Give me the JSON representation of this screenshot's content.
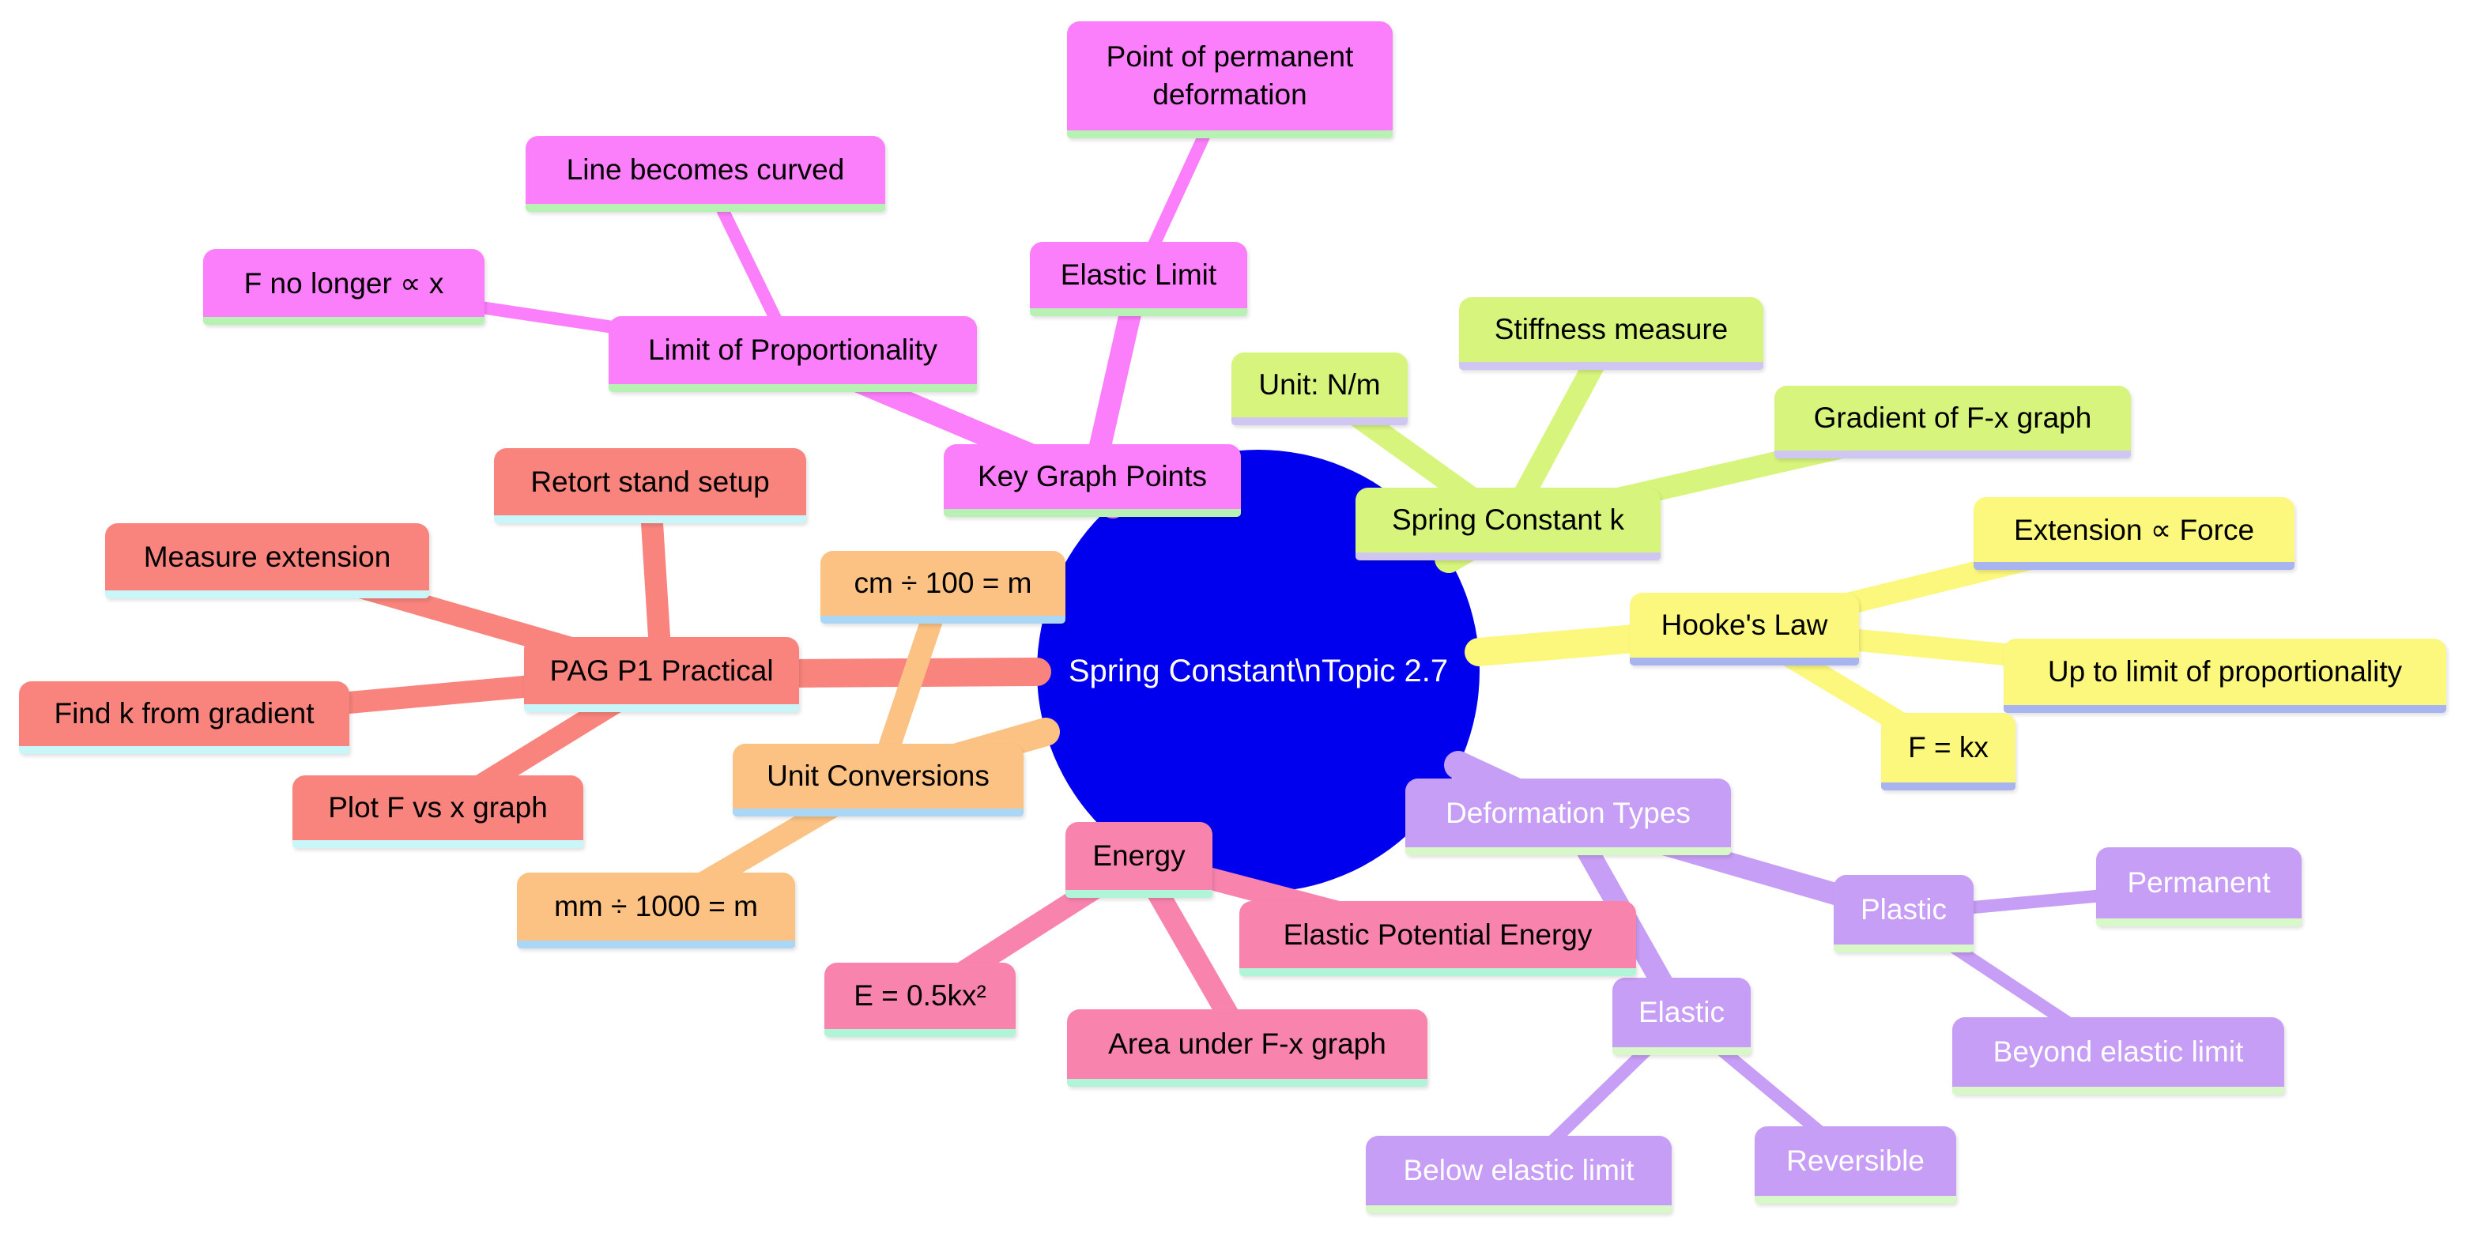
{
  "diagram_type": "mindmap",
  "sections": {
    "root": {
      "label": "Spring Constant\\nTopic 2.7",
      "color": "#0000ee",
      "text_color": "#ffffff"
    },
    "key_graph_points": {
      "label": "Key Graph Points",
      "color": "#fb7efb",
      "underline": "#b7f2b4",
      "text_color": "#000000",
      "children": {
        "elastic_limit": {
          "label": "Elastic Limit",
          "children": {
            "point_of_permanent_deformation": {
              "label": "Point of permanent deformation"
            }
          }
        },
        "limit_of_proportionality": {
          "label": "Limit of Proportionality",
          "children": {
            "line_becomes_curved": {
              "label": "Line becomes curved"
            },
            "f_no_longer_prop_x": {
              "label": "F no longer ∝ x"
            }
          }
        }
      }
    },
    "spring_constant_k": {
      "label": "Spring Constant k",
      "color": "#d7f57c",
      "underline": "#cfc6f2",
      "text_color": "#000000",
      "children": {
        "unit_n_per_m": {
          "label": "Unit: N/m"
        },
        "stiffness_measure": {
          "label": "Stiffness measure"
        },
        "gradient_of_f_x_graph": {
          "label": "Gradient of F-x graph"
        }
      }
    },
    "hookes_law": {
      "label": "Hooke's Law",
      "color": "#fbf87d",
      "underline": "#a8b4f0",
      "text_color": "#000000",
      "children": {
        "extension_prop_force": {
          "label": "Extension ∝ Force"
        },
        "up_to_limit_of_proportionality": {
          "label": "Up to limit of proportionality"
        },
        "f_equals_kx": {
          "label": "F = kx"
        }
      }
    },
    "deformation_types": {
      "label": "Deformation Types",
      "color": "#c79ef5",
      "underline": "#d9f8c8",
      "text_color": "#ffffff",
      "children": {
        "plastic": {
          "label": "Plastic",
          "children": {
            "permanent": {
              "label": "Permanent"
            },
            "beyond_elastic_limit": {
              "label": "Beyond elastic limit"
            }
          }
        },
        "elastic": {
          "label": "Elastic",
          "children": {
            "below_elastic_limit": {
              "label": "Below elastic limit"
            },
            "reversible": {
              "label": "Reversible"
            }
          }
        }
      }
    },
    "energy": {
      "label": "Energy",
      "color": "#f884ae",
      "underline": "#b0f5d8",
      "text_color": "#000000",
      "children": {
        "e_equals_half_kx2": {
          "label": "E = 0.5kx²"
        },
        "area_under_f_x_graph": {
          "label": "Area under F-x graph"
        },
        "elastic_potential_energy": {
          "label": "Elastic Potential Energy"
        }
      }
    },
    "unit_conversions": {
      "label": "Unit Conversions",
      "color": "#fbc283",
      "underline": "#abd7f7",
      "text_color": "#000000",
      "children": {
        "cm_to_m": {
          "label": "cm ÷ 100 = m"
        },
        "mm_to_m": {
          "label": "mm ÷ 1000 = m"
        }
      }
    },
    "pag_p1_practical": {
      "label": "PAG P1 Practical",
      "color": "#f9837d",
      "underline": "#c9f7f9",
      "text_color": "#000000",
      "children": {
        "retort_stand_setup": {
          "label": "Retort stand setup"
        },
        "measure_extension": {
          "label": "Measure extension"
        },
        "find_k_from_gradient": {
          "label": "Find k from gradient"
        },
        "plot_f_vs_x_graph": {
          "label": "Plot F vs x graph"
        }
      }
    }
  }
}
